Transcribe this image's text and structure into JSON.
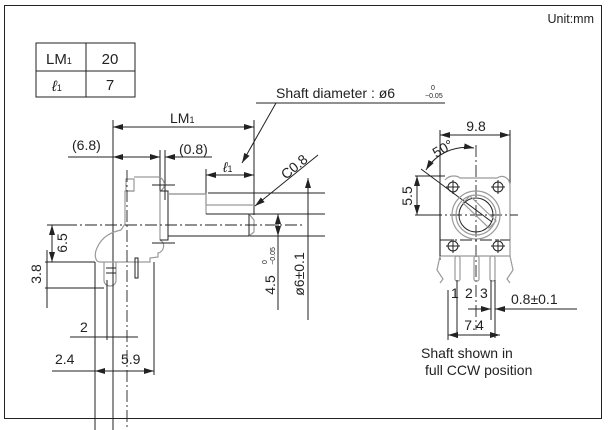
{
  "unit_label": "Unit:mm",
  "table": {
    "rows": [
      {
        "symbol": "LM",
        "sub": "1",
        "value": "20"
      },
      {
        "symbol": "ℓ",
        "sub": "1",
        "value": "7"
      }
    ]
  },
  "side_view": {
    "lm1": {
      "main": "LM",
      "sub": "1"
    },
    "l1": {
      "main": "ℓ",
      "sub": "1"
    },
    "dim_6_8": "(6.8)",
    "dim_0_8": "(0.8)",
    "shaft_diameter": {
      "label": "Shaft diameter : ø6",
      "tol_upper": "0",
      "tol_lower": "−0.05"
    },
    "chamfer": "C0.8",
    "dim_6_5": "6.5",
    "dim_3_8": "3.8",
    "dim_2": "2",
    "dim_2_4": "2.4",
    "dim_5_9": "5.9",
    "dim_4_5": {
      "main": "4.5",
      "tol_upper": "0",
      "tol_lower": "−0.05"
    },
    "dim_phi6": "ø6±0.1"
  },
  "front_view": {
    "dim_9_8": "9.8",
    "angle": "50°",
    "dim_5_5": "5.5",
    "pins": [
      "1",
      "2",
      "3"
    ],
    "dim_0_8": "0.8±0.1",
    "dim_7_4": "7.4",
    "caption_line1": "Shaft shown in",
    "caption_line2": "full CCW position"
  },
  "colors": {
    "line": "#222222",
    "outline_gray": "#9a9a9a",
    "background": "#ffffff"
  }
}
